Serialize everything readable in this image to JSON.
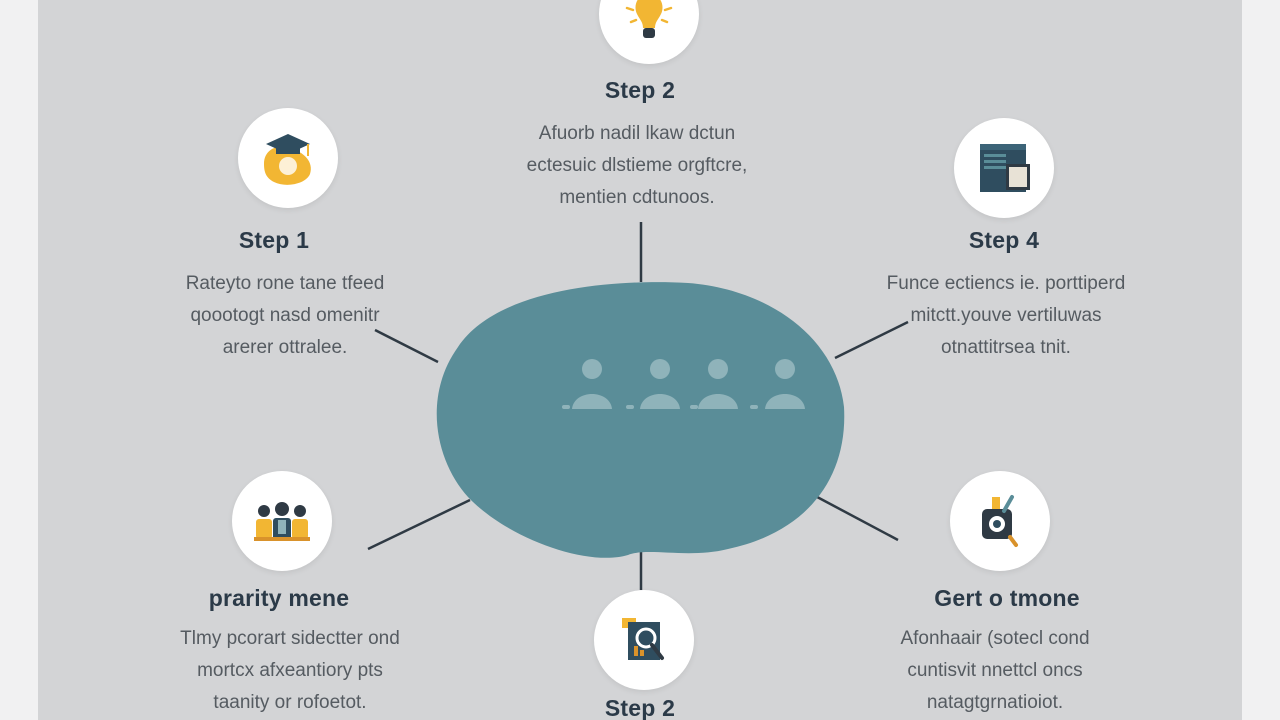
{
  "colors": {
    "canvas": "#d3d4d6",
    "hub": "#5a8d98",
    "hub_figures": "#8fb3ba",
    "title_text": "#2b3a48",
    "body_text": "#555b61",
    "connector": "#2f3a44",
    "accent_yellow": "#f2b633",
    "accent_navy": "#2f4d5f"
  },
  "hub": {
    "figures_count": 4,
    "icon": "people-group-icon"
  },
  "steps": {
    "top": {
      "icon": "lightbulb-icon",
      "title": "Step 2",
      "lines": [
        "Afuorb nadil lkaw dctun",
        "ectesuic dlstieme orgftcre,",
        "mentien cdtunoos."
      ]
    },
    "left_upper": {
      "icon": "graduation-cap-icon",
      "title": "Step 1",
      "lines": [
        "Rateyto rone tane tfeed",
        "qoootogt nasd omenitr",
        "arerer ottralee."
      ]
    },
    "right_upper": {
      "icon": "document-window-icon",
      "title": "Step 4",
      "lines": [
        "Funce ectiencs ie. porttiperd",
        "mitctt.youve vertiluwas",
        "otnattitrsea tnit."
      ]
    },
    "left_lower": {
      "icon": "team-icon",
      "title": "prarity mene",
      "lines": [
        "Tlmy pcorart sidectter ond",
        "mortcx afxeantiory pts",
        "taanity or rofoetot."
      ]
    },
    "right_lower": {
      "icon": "camera-tool-icon",
      "title": "Gert o tmone",
      "lines": [
        "Afonhaair (sotecl cond",
        "cuntisvit nnettcl oncs",
        "natagtgrnatioiot."
      ]
    },
    "bottom": {
      "icon": "chart-magnifier-icon",
      "title": "Step 2"
    }
  }
}
